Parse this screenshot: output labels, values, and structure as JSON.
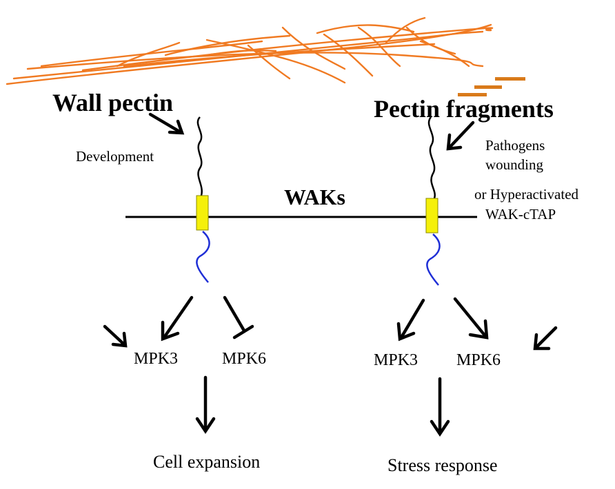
{
  "labels": {
    "wall_pectin": "Wall pectin",
    "pectin_fragments": "Pectin fragments",
    "development": "Development",
    "pathogens": "Pathogens",
    "wounding": "wounding",
    "hyperactivated": "or Hyperactivated",
    "wak_ctap": "WAK-cTAP",
    "waks": "WAKs",
    "left_mpk3": "MPK3",
    "left_mpk6": "MPK6",
    "right_mpk3": "MPK3",
    "right_mpk6": "MPK6",
    "cell_expansion": "Cell expansion",
    "stress_response": "Stress response"
  },
  "colors": {
    "pectin_fibers": "#f07a22",
    "fragments": "#d97a1a",
    "transmembrane_domain": "#f5f00a",
    "kinase_domain": "#1f2fd6",
    "membrane": "#000000"
  }
}
